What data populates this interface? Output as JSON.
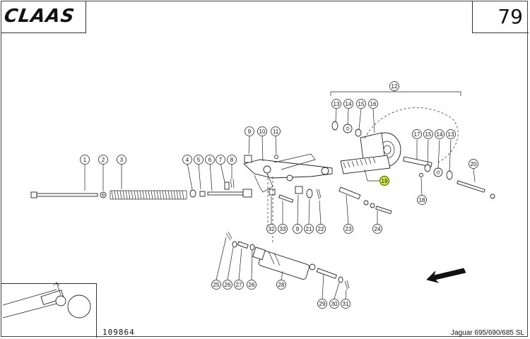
{
  "header": {
    "brand": "CLAAS",
    "page_number": "79"
  },
  "footer": {
    "drawing_number": "109864",
    "model": "Jaguar 695/690/685 SL"
  },
  "callouts": [
    "1",
    "2",
    "3",
    "4",
    "5",
    "6",
    "7",
    "8",
    "9",
    "10",
    "11",
    "12",
    "13",
    "14",
    "15",
    "16",
    "17",
    "15",
    "14",
    "13",
    "20",
    "19",
    "18",
    "21",
    "22",
    "23",
    "24",
    "32",
    "33",
    "9",
    "25",
    "26",
    "27",
    "26",
    "28",
    "29",
    "30",
    "31"
  ],
  "highlighted_callout": "19"
}
